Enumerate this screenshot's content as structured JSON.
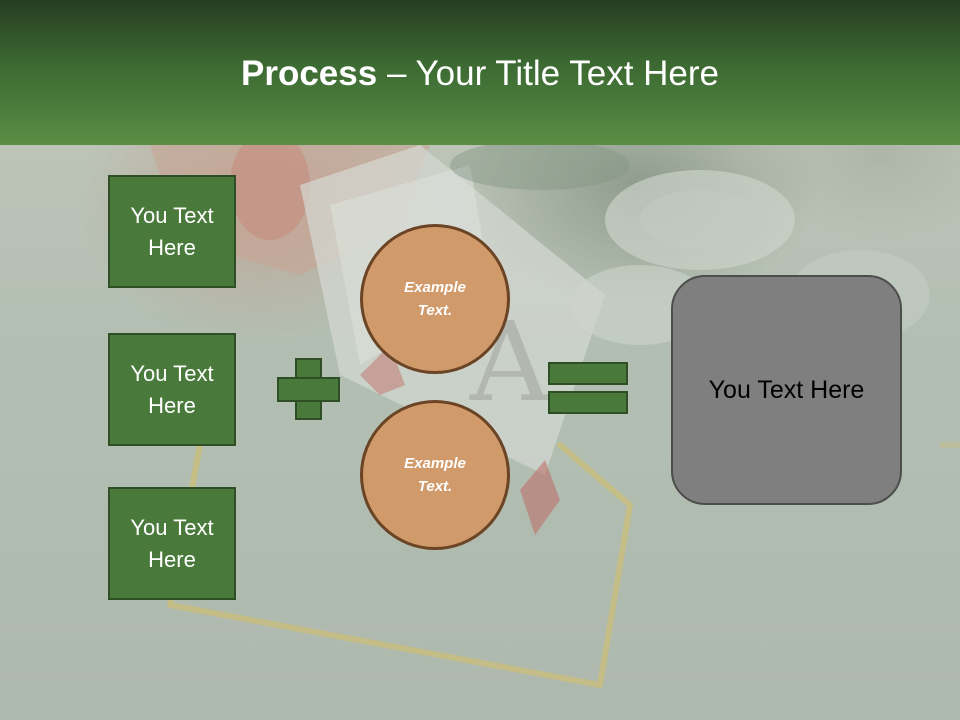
{
  "slide": {
    "title_bold": "Process",
    "title_rest": " – Your Title Text Here",
    "left_boxes": [
      {
        "label": "You Text Here"
      },
      {
        "label": "You Text Here"
      },
      {
        "label": "You Text Here"
      }
    ],
    "circles": [
      {
        "label": "Example Text."
      },
      {
        "label": "Example Text."
      }
    ],
    "result_label": "You Text Here"
  },
  "colors": {
    "title_bar": "#3c6a32",
    "box_fill": "#4a7a3b",
    "circle_fill": "#d09a6b",
    "result_fill": "#7f7f7f"
  }
}
